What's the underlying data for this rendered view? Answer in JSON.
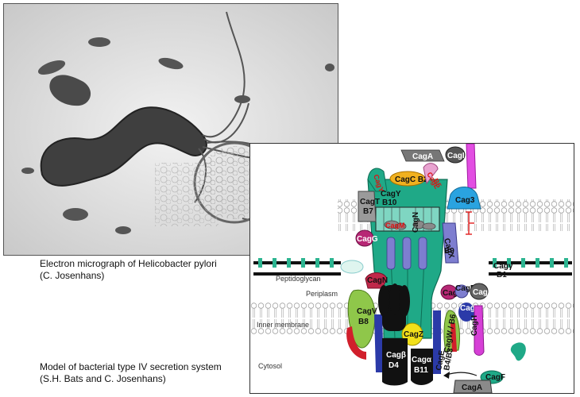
{
  "micrograph_caption": {
    "line1": "Electron micrograph of Helicobacter pylori",
    "line2": "(C. Josenhans)"
  },
  "model_caption": {
    "line1": "Model of bacterial type IV secretion system",
    "line2": "(S.H. Bats and C. Josenhans)"
  },
  "regions": {
    "peptidoglycan": "Peptidoglycan",
    "periplasm": "Periplasm",
    "inner_membrane": "Inner membrane",
    "cytosol": "Cytosol"
  },
  "proteins": {
    "caga_top": "CagA",
    "cagi_top": "CagI",
    "cagy_top": "CagY",
    "cagc": "CagC B2",
    "cagl_top": "CagL",
    "cagl_top_b5": "B5",
    "cagy_b10": "CagY",
    "cagy_b10_sub": "B10",
    "cagt": "CagT",
    "cagt_sub": "B7",
    "cag3": "Cag3",
    "cagm": "CagM",
    "cagn_mid": "CagN",
    "cagx": "CagX",
    "cagx_sub": "B9",
    "cagg_left": "CagG",
    "cagy_b1": "Cagγ",
    "cagy_b1_sub": "B1",
    "cagn_lower": "CagN",
    "cagg_right": "CagG",
    "cage_small": "CagE",
    "cagi_right": "CagI",
    "cagv": "CagV",
    "cagv_sub": "B8",
    "cagu": "CagU",
    "cagw": "CagW / B6",
    "cagh": "CagH",
    "cagz": "CagZ",
    "cagb": "Cagβ",
    "cagb_sub": "D4",
    "caga": "Cagα",
    "caga_sub": "B11",
    "cage": "CagE",
    "cage_sub": "B4/B3",
    "cagf": "CagF",
    "caga_bottom": "CagA"
  },
  "colors": {
    "channel": "#1fa987",
    "membrane": "#c8c8c8",
    "peptidoglycan_dark": "#111111",
    "peptidoglycan_green": "#2db591",
    "red_arrow": "#e11d1d",
    "magenta": "#d63fd6",
    "blue": "#2b3aa8",
    "red": "#d11f2b",
    "yellow": "#f2e01a",
    "light_blue": "#2aa3e0",
    "lavender": "#b9b6e4",
    "light_green": "#8fc74a"
  }
}
